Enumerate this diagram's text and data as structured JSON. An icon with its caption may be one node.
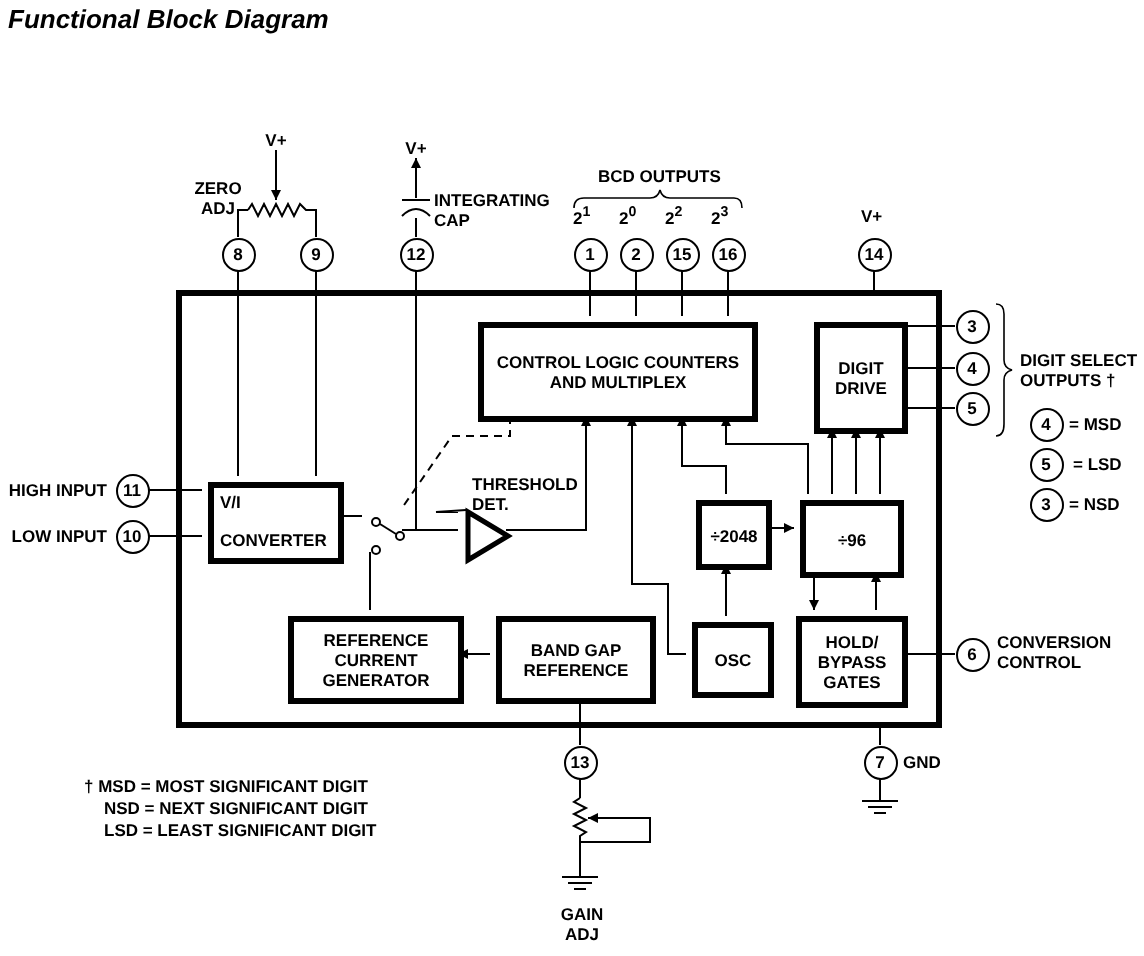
{
  "diagram": {
    "title": "Functional Block Diagram",
    "nodes": [
      {
        "text": [],
        "shape": "box"
      },
      {
        "text": [
          "CONTROL LOGIC COUNTERS AND MULTIPLEX"
        ],
        "in": 0
      },
      {
        "text": [
          "DIGIT DRIVE"
        ],
        "in": 0
      },
      {
        "text": [
          "V/I",
          "CONVERTER"
        ],
        "in": 0
      },
      {
        "text": [],
        "shape": "switch",
        "in": 0
      },
      {
        "text": [],
        "shape": "triangle",
        "in": 0
      },
      {
        "text": [
          "÷2048"
        ],
        "in": 0
      },
      {
        "text": [
          "÷96"
        ],
        "in": 0
      },
      {
        "text": [
          "REFERENCE CURRENT GENERATOR"
        ],
        "in": 0
      },
      {
        "text": [
          "BAND GAP REFERENCE"
        ],
        "in": 0
      },
      {
        "text": [
          "OSC"
        ],
        "in": 0
      },
      {
        "text": [
          "HOLD/ BYPASS GATES"
        ],
        "in": 0
      },
      {
        "text": [
          "8"
        ]
      },
      {
        "text": [
          "9"
        ]
      },
      {
        "text": [
          "12"
        ]
      },
      {
        "text": [
          "1"
        ],
        "beside": [
          "2$^{1}$"
        ]
      },
      {
        "text": [
          "2"
        ],
        "beside": [
          "2$^{0}$"
        ]
      },
      {
        "text": [
          "15"
        ],
        "beside": [
          "2$^{2}$"
        ]
      },
      {
        "text": [
          "16"
        ],
        "beside": [
          "2$^{3}$"
        ]
      },
      {
        "text": [
          "14"
        ],
        "beside": [
          "V+"
        ]
      },
      {
        "text": [
          "3"
        ]
      },
      {
        "text": [
          "4"
        ]
      },
      {
        "text": [
          "5"
        ]
      },
      {
        "text": [
          "11"
        ],
        "beside": [
          "HIGH INPUT"
        ]
      },
      {
        "text": [
          "10"
        ],
        "beside": [
          "LOW INPUT"
        ]
      },
      {
        "text": [
          "6"
        ],
        "beside": [
          "CONVERSION CONTROL"
        ]
      },
      {
        "text": [
          "13"
        ]
      },
      {
        "text": [
          "7"
        ],
        "beside": [
          "GND"
        ]
      },
      {
        "text": [
          "4"
        ],
        "beside": [
          "= MSD"
        ]
      },
      {
        "text": [
          "5"
        ],
        "beside": [
          "= LSD"
        ]
      },
      {
        "text": [
          "3"
        ],
        "beside": [
          "= NSD"
        ]
      },
      {
        "text": [
          "THRESHOLD DET."
        ],
        "in": 0
      },
      {
        "text": [],
        "shape": "resistor"
      },
      {
        "text": [],
        "shape": "capacitor"
      },
      {
        "text": [],
        "shape": "resistor"
      },
      {
        "text": [],
        "shape": "ground"
      },
      {
        "text": [],
        "shape": "ground"
      },
      {
        "text": [
          "V+"
        ]
      },
      {
        "text": [
          "V+"
        ]
      }
    ],
    "edges": [
      {
        "from": 12,
        "to": 3,
        "arrow": "none"
      },
      {
        "from": 13,
        "to": 3,
        "arrow": "none"
      },
      {
        "from": 14,
        "to": 5,
        "arrow": "none"
      },
      {
        "from": 15,
        "to": 1,
        "arrow": "none"
      },
      {
        "from": 16,
        "to": 1,
        "arrow": "none"
      },
      {
        "from": 17,
        "to": 1,
        "arrow": "none"
      },
      {
        "from": 18,
        "to": 1,
        "arrow": "none"
      },
      {
        "from": 19,
        "to": 0,
        "arrow": "none"
      },
      {
        "from": 2,
        "to": 20,
        "arrow": "none"
      },
      {
        "from": 2,
        "to": 21,
        "arrow": "none"
      },
      {
        "from": 2,
        "to": 22,
        "arrow": "none"
      },
      {
        "from": 23,
        "to": 3,
        "arrow": "none"
      },
      {
        "from": 24,
        "to": 3,
        "arrow": "none"
      },
      {
        "from": 3,
        "to": 4,
        "arrow": "none"
      },
      {
        "from": 8,
        "to": 4,
        "arrow": "none"
      },
      {
        "from": 4,
        "to": 5,
        "arrow": "none"
      },
      {
        "from": 1,
        "to": 4,
        "arrow": "none",
        "style": "dashed"
      },
      {
        "from": 5,
        "to": 1,
        "arrow": "to"
      },
      {
        "from": 10,
        "to": 1,
        "arrow": "to"
      },
      {
        "from": 6,
        "to": 1,
        "arrow": "to"
      },
      {
        "from": 7,
        "to": 1,
        "arrow": "to"
      },
      {
        "from": 7,
        "to": 2,
        "arrow": "to"
      },
      {
        "from": 7,
        "to": 2,
        "arrow": "to"
      },
      {
        "from": 7,
        "to": 2,
        "arrow": "to"
      },
      {
        "from": 6,
        "to": 7,
        "arrow": "to"
      },
      {
        "from": 10,
        "to": 6,
        "arrow": "to"
      },
      {
        "from": 7,
        "to": 11,
        "arrow": "to"
      },
      {
        "from": 11,
        "to": 7,
        "arrow": "to"
      },
      {
        "from": 25,
        "to": 11,
        "arrow": "none"
      },
      {
        "from": 9,
        "to": 8,
        "arrow": "to"
      },
      {
        "from": 9,
        "to": 26,
        "arrow": "none"
      },
      {
        "from": 27,
        "to": 0,
        "arrow": "none"
      },
      {
        "from": 31,
        "to": 5,
        "arrow": "none"
      },
      {
        "from": 12,
        "to": 32,
        "arrow": "none"
      },
      {
        "from": 13,
        "to": 32,
        "arrow": "none"
      },
      {
        "from": 37,
        "to": 32,
        "arrow": "to"
      },
      {
        "from": 14,
        "to": 33,
        "arrow": "none"
      },
      {
        "from": 33,
        "to": 38,
        "arrow": "to"
      },
      {
        "from": 26,
        "to": 34,
        "arrow": "none"
      },
      {
        "from": 34,
        "to": 36,
        "arrow": "none"
      },
      {
        "from": 27,
        "to": 35,
        "arrow": "none"
      }
    ],
    "labels": [
      "ZERO ADJ",
      "INTEGRATING CAP",
      "BCD OUTPUTS",
      "DIGIT SELECT OUTPUTS †",
      "† MSD = MOST SIGNIFICANT DIGIT",
      "NSD = NEXT SIGNIFICANT DIGIT",
      "LSD = LEAST SIGNIFICANT DIGIT",
      "GAIN ADJ"
    ]
  }
}
